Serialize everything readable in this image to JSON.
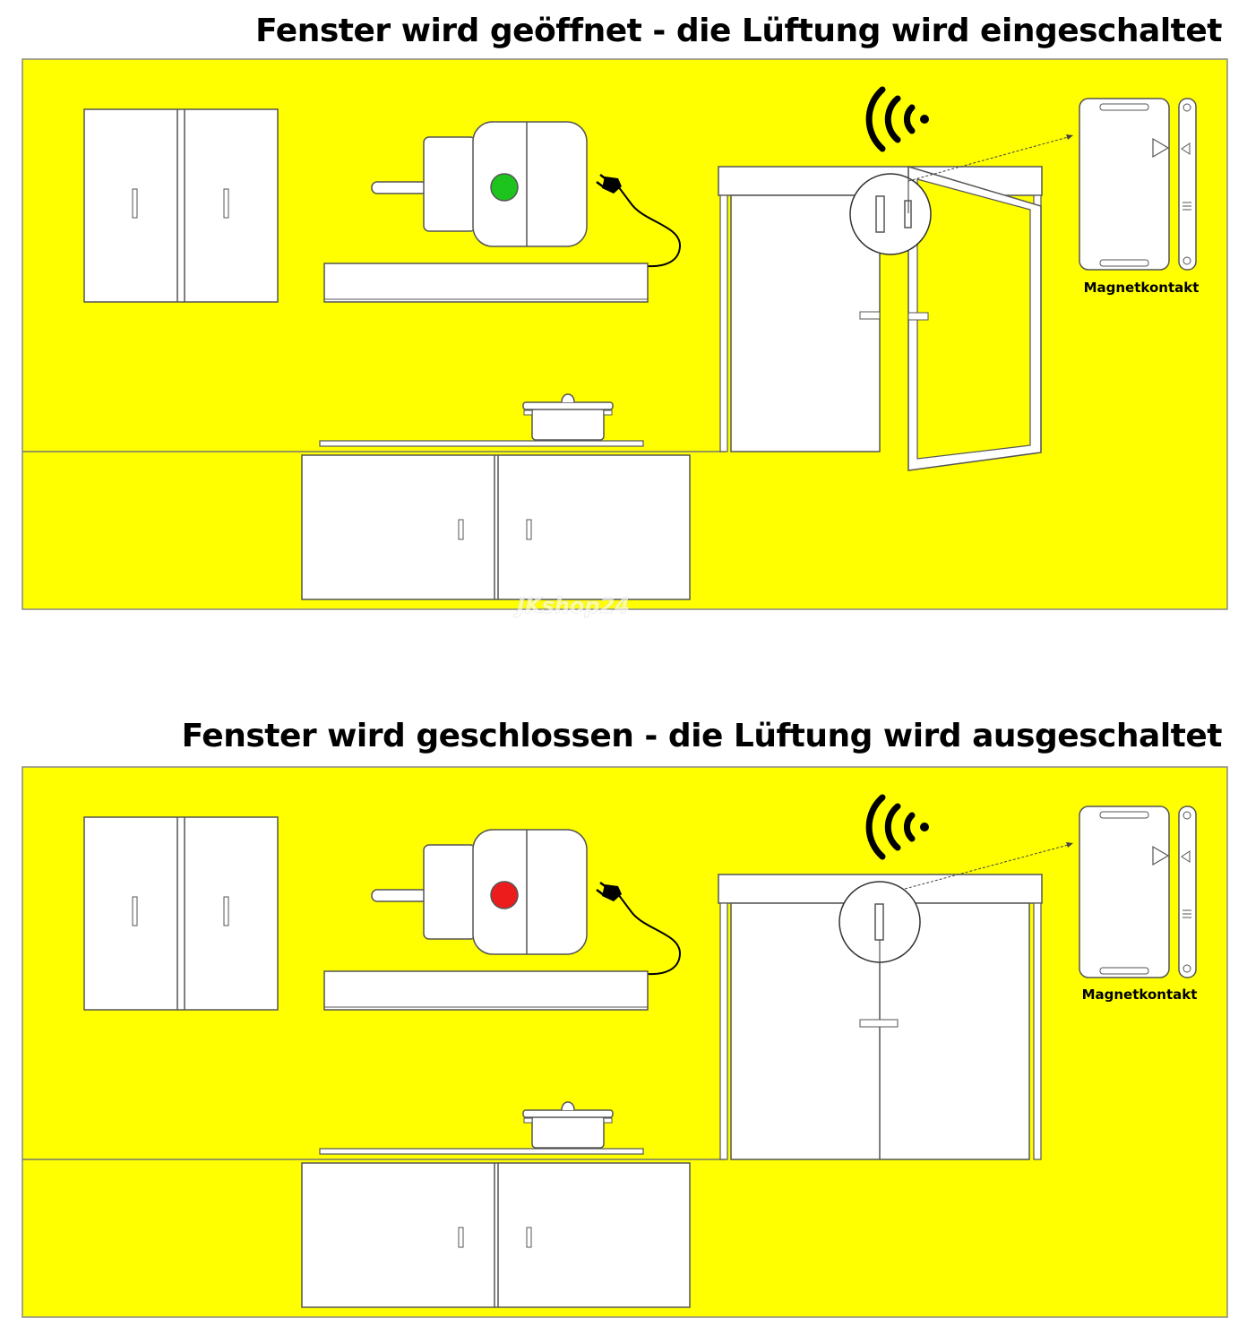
{
  "panels": [
    {
      "title": "Fenster wird geöffnet - die Lüftung wird eingeschaltet",
      "state": "window-open",
      "indicator_color": "#1ec41e",
      "sensor_label": "Magnetkontakt",
      "watermark": "JKshop24"
    },
    {
      "title": "Fenster wird geschlossen - die Lüftung wird ausgeschaltet",
      "state": "window-closed",
      "indicator_color": "#ec1c1c",
      "sensor_label": "Magnetkontakt"
    }
  ],
  "colors": {
    "background": "#ffff00",
    "stroke": "#555555",
    "fill": "#ffffff"
  },
  "icons": [
    "wireless-signal-icon",
    "smart-plug-icon",
    "power-plug-icon",
    "cooking-pot-icon",
    "magnetic-contact-icon"
  ]
}
